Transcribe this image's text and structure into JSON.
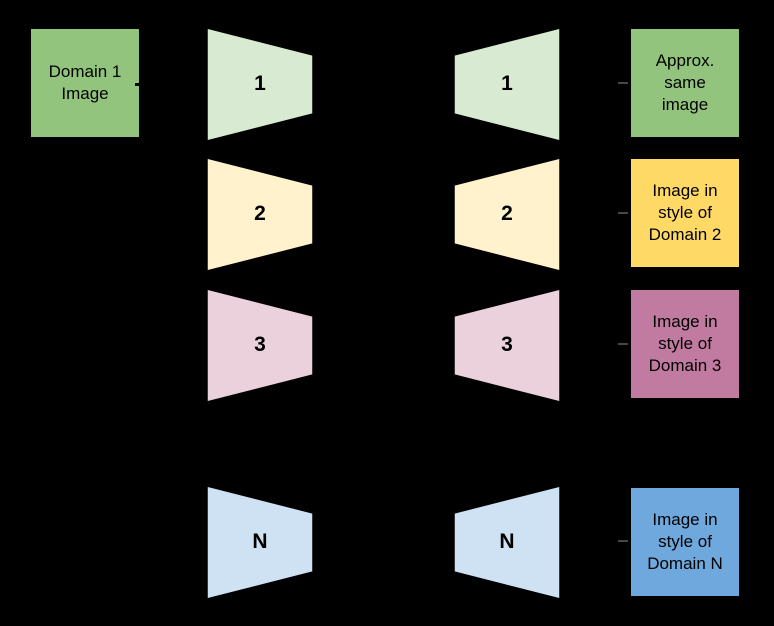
{
  "canvas": {
    "background": "#000000",
    "text_color": "#000000"
  },
  "input_box": {
    "label": "Domain 1\nImage",
    "fill": "#93C47D"
  },
  "encoders": [
    {
      "label": "1",
      "fill": "#D9EAD3"
    },
    {
      "label": "2",
      "fill": "#FFF2CC"
    },
    {
      "label": "3",
      "fill": "#EAD1DC"
    },
    {
      "label": "N",
      "fill": "#CFE2F3"
    }
  ],
  "decoders": [
    {
      "label": "1",
      "fill": "#D9EAD3"
    },
    {
      "label": "2",
      "fill": "#FFF2CC"
    },
    {
      "label": "3",
      "fill": "#EAD1DC"
    },
    {
      "label": "N",
      "fill": "#CFE2F3"
    }
  ],
  "output_boxes": [
    {
      "label": "Approx.\nsame\nimage",
      "fill": "#93C47D"
    },
    {
      "label": "Image in\nstyle of\nDomain 2",
      "fill": "#FFD966"
    },
    {
      "label": "Image in\nstyle of\nDomain 3",
      "fill": "#C27BA0"
    },
    {
      "label": "Image in\nstyle of\nDomain N",
      "fill": "#6FA8DC"
    }
  ]
}
